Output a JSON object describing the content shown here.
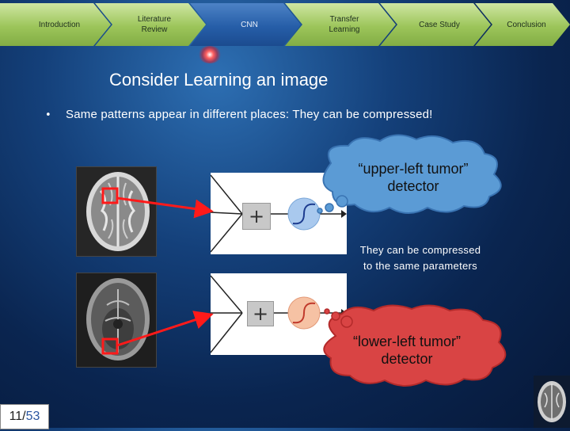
{
  "nav": [
    {
      "label": "Introduction"
    },
    {
      "label": "Literature Review"
    },
    {
      "label": "CNN"
    },
    {
      "label": "Transfer Learning"
    },
    {
      "label": "Case Study"
    },
    {
      "label": "Conclusion"
    }
  ],
  "slide": {
    "title": "Consider Learning an image",
    "bullet": "Same patterns appear in different places: They can be compressed!",
    "cloud_upper": {
      "line1": "“upper-left tumor”",
      "line2": "detector"
    },
    "cloud_lower": {
      "line1": "“lower-left tumor”",
      "line2": "detector"
    },
    "compress_note": {
      "line1": "They can be compressed",
      "line2": "to the same parameters"
    },
    "plus_symbol": "+"
  },
  "page": {
    "current": "11",
    "separator": "/",
    "total": "53"
  },
  "colors": {
    "nav_green": "#9cc55a",
    "nav_blue": "#265ea8",
    "cloud_blue": "#5b9bd5",
    "cloud_red": "#d94444",
    "arrow_red": "#ff1a1a",
    "neuron_blue": "#a9c9ee",
    "neuron_orange": "#f6c2a4"
  }
}
